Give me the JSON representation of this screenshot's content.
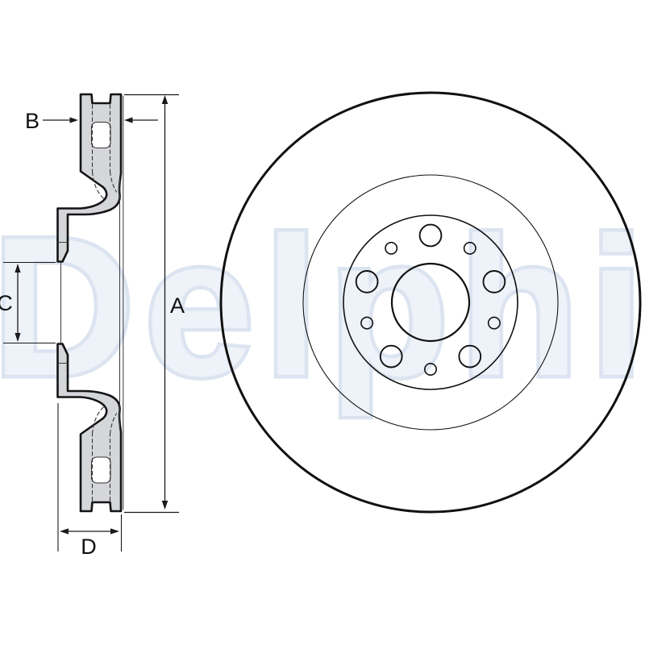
{
  "watermark": {
    "text": "Delphi",
    "fill": "#eef2f9",
    "outline": "#dbe4f0"
  },
  "dimensions": {
    "a": "A",
    "b": "B",
    "c": "C",
    "d": "D"
  },
  "drawing": {
    "subject": "brake disc technical drawing",
    "views": {
      "left": "cross-section",
      "right": "front view"
    },
    "front_view": {
      "large_bolt_holes": 5,
      "small_bolt_holes": 5
    },
    "colors": {
      "section_fill": "#d4d6d9",
      "outline": "#141414",
      "thin_line": "#3a3a3a"
    }
  }
}
